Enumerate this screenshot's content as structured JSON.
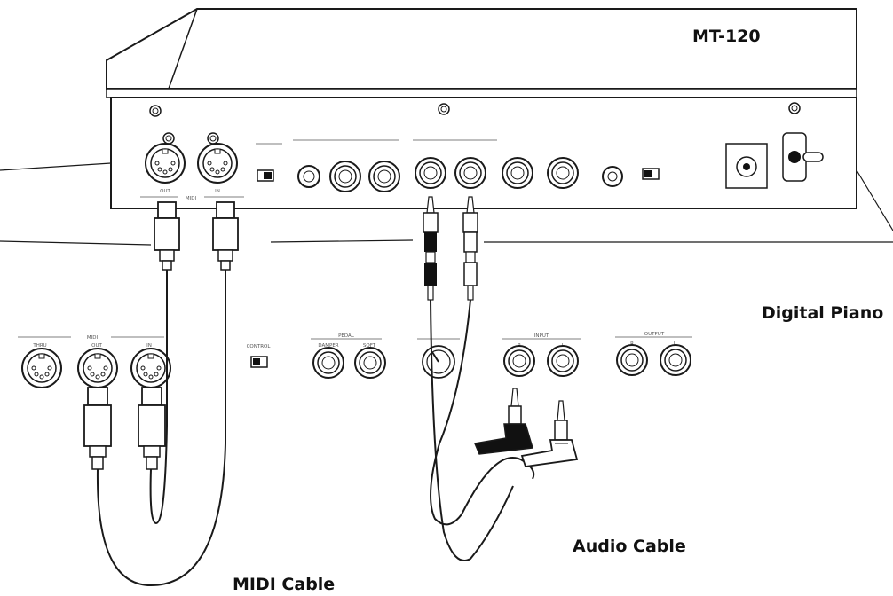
{
  "labels": {
    "model": "MT-120",
    "piano": "Digital Piano",
    "audio_cable": "Audio Cable",
    "midi_cable": "MIDI Cable"
  },
  "mt120_panel": {
    "midi_group": "MIDI",
    "midi_out": "OUT",
    "midi_in": "IN"
  },
  "piano_panel": {
    "midi_group": "MIDI",
    "midi_thru": "THRU",
    "midi_out": "OUT",
    "midi_in": "IN",
    "control": "CONTROL",
    "pedal_group": "PEDAL",
    "damper": "DAMPER",
    "soft": "SOFT",
    "input_group": "INPUT",
    "input_r": "R",
    "input_l": "L",
    "output_group": "OUTPUT",
    "output_r": "R",
    "output_l": "L"
  },
  "colors": {
    "line": "#1a1a1a",
    "fill": "#ffffff",
    "dark": "#111111"
  }
}
